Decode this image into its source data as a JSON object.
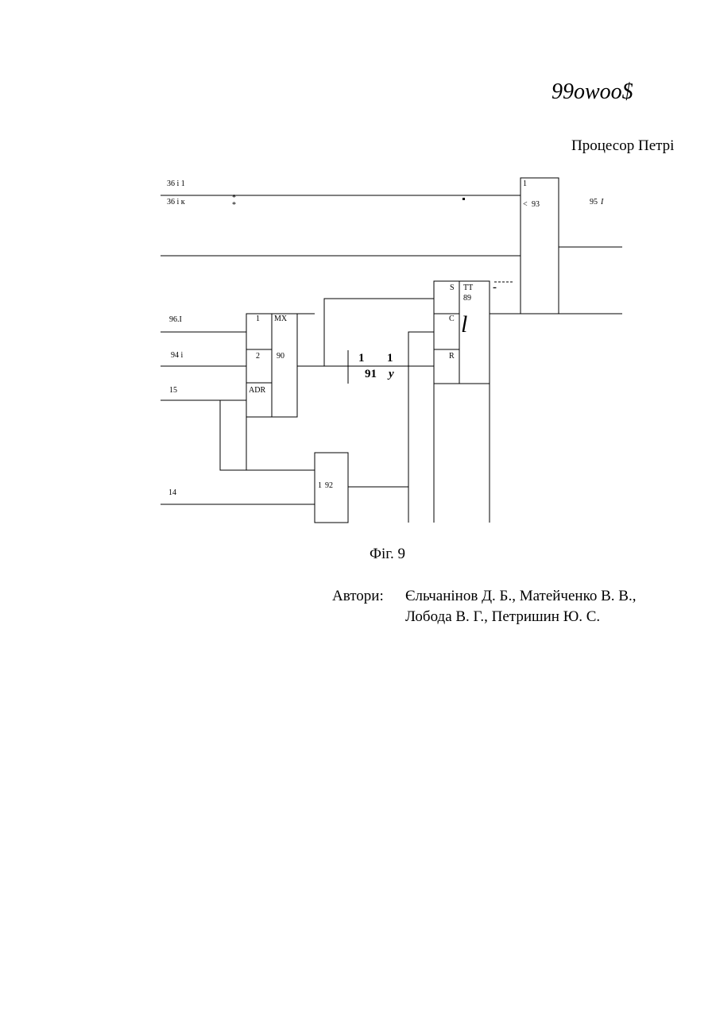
{
  "header": {
    "page_id": "99owoo$",
    "title": "Процесор Петрі"
  },
  "diagram": {
    "inputs": {
      "in_36i1": "36 і 1",
      "in_36ik": "36 і к",
      "in_96": "96.I",
      "in_94": "94 і",
      "in_15": "15",
      "in_14": "14"
    },
    "star_marks": "*",
    "mux": {
      "in1": "1",
      "in2": "2",
      "adr": "ADR",
      "type": "MX",
      "number": "90"
    },
    "or_gate": {
      "type": "1",
      "number": "93",
      "prefix": "<"
    },
    "output": {
      "label": "95",
      "suffix": "I"
    },
    "trigger": {
      "s": "S",
      "c": "C",
      "r": "R",
      "type": "TT",
      "number": "89",
      "mark": "l"
    },
    "gate91": {
      "left": "1",
      "right": "1",
      "number": "91",
      "suffix": "y"
    },
    "gate92": {
      "type": "1",
      "number": "92"
    },
    "stray_dash": "-"
  },
  "caption": "Фіг. 9",
  "authors": {
    "label": "Автори:",
    "line1": "Єльчанінов Д. Б., Матейченко В. В.,",
    "line2": "Лобода В. Г., Петришин Ю. С."
  }
}
